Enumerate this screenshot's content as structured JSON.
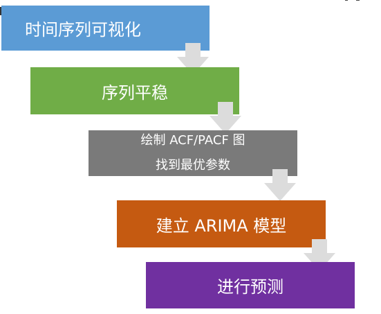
{
  "flowchart": {
    "steps": [
      {
        "lines": [
          "时间序列可视化"
        ],
        "color": "#5b9bd5"
      },
      {
        "lines": [
          "序列平稳"
        ],
        "color": "#70ad47"
      },
      {
        "lines": [
          "绘制 ACF/PACF 图",
          "找到最优参数"
        ],
        "color": "#7a7a7a"
      },
      {
        "lines": [
          "建立 ARIMA 模型"
        ],
        "color": "#c55a11"
      },
      {
        "lines": [
          "进行预测"
        ],
        "color": "#7030a0"
      }
    ],
    "arrow_color": "#dcdcdc"
  }
}
